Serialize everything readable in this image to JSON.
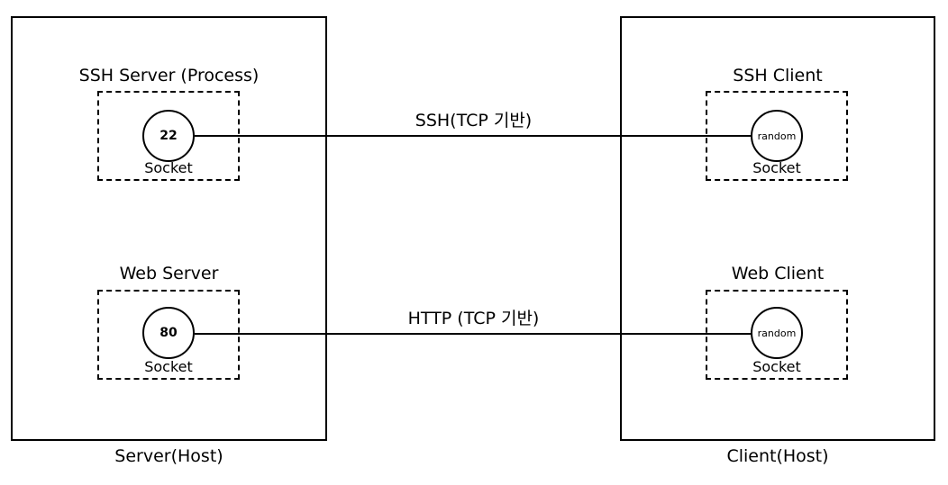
{
  "server_host": {
    "label": "Server(Host)",
    "processes": [
      {
        "title": "SSH Server (Process)",
        "port": "22",
        "socket_label": "Socket"
      },
      {
        "title": "Web Server",
        "port": "80",
        "socket_label": "Socket"
      }
    ]
  },
  "client_host": {
    "label": "Client(Host)",
    "processes": [
      {
        "title": "SSH Client",
        "port": "random",
        "socket_label": "Socket"
      },
      {
        "title": "Web Client",
        "port": "random",
        "socket_label": "Socket"
      }
    ]
  },
  "connections": [
    {
      "label": "SSH(TCP 기반)"
    },
    {
      "label": "HTTP (TCP 기반)"
    }
  ]
}
